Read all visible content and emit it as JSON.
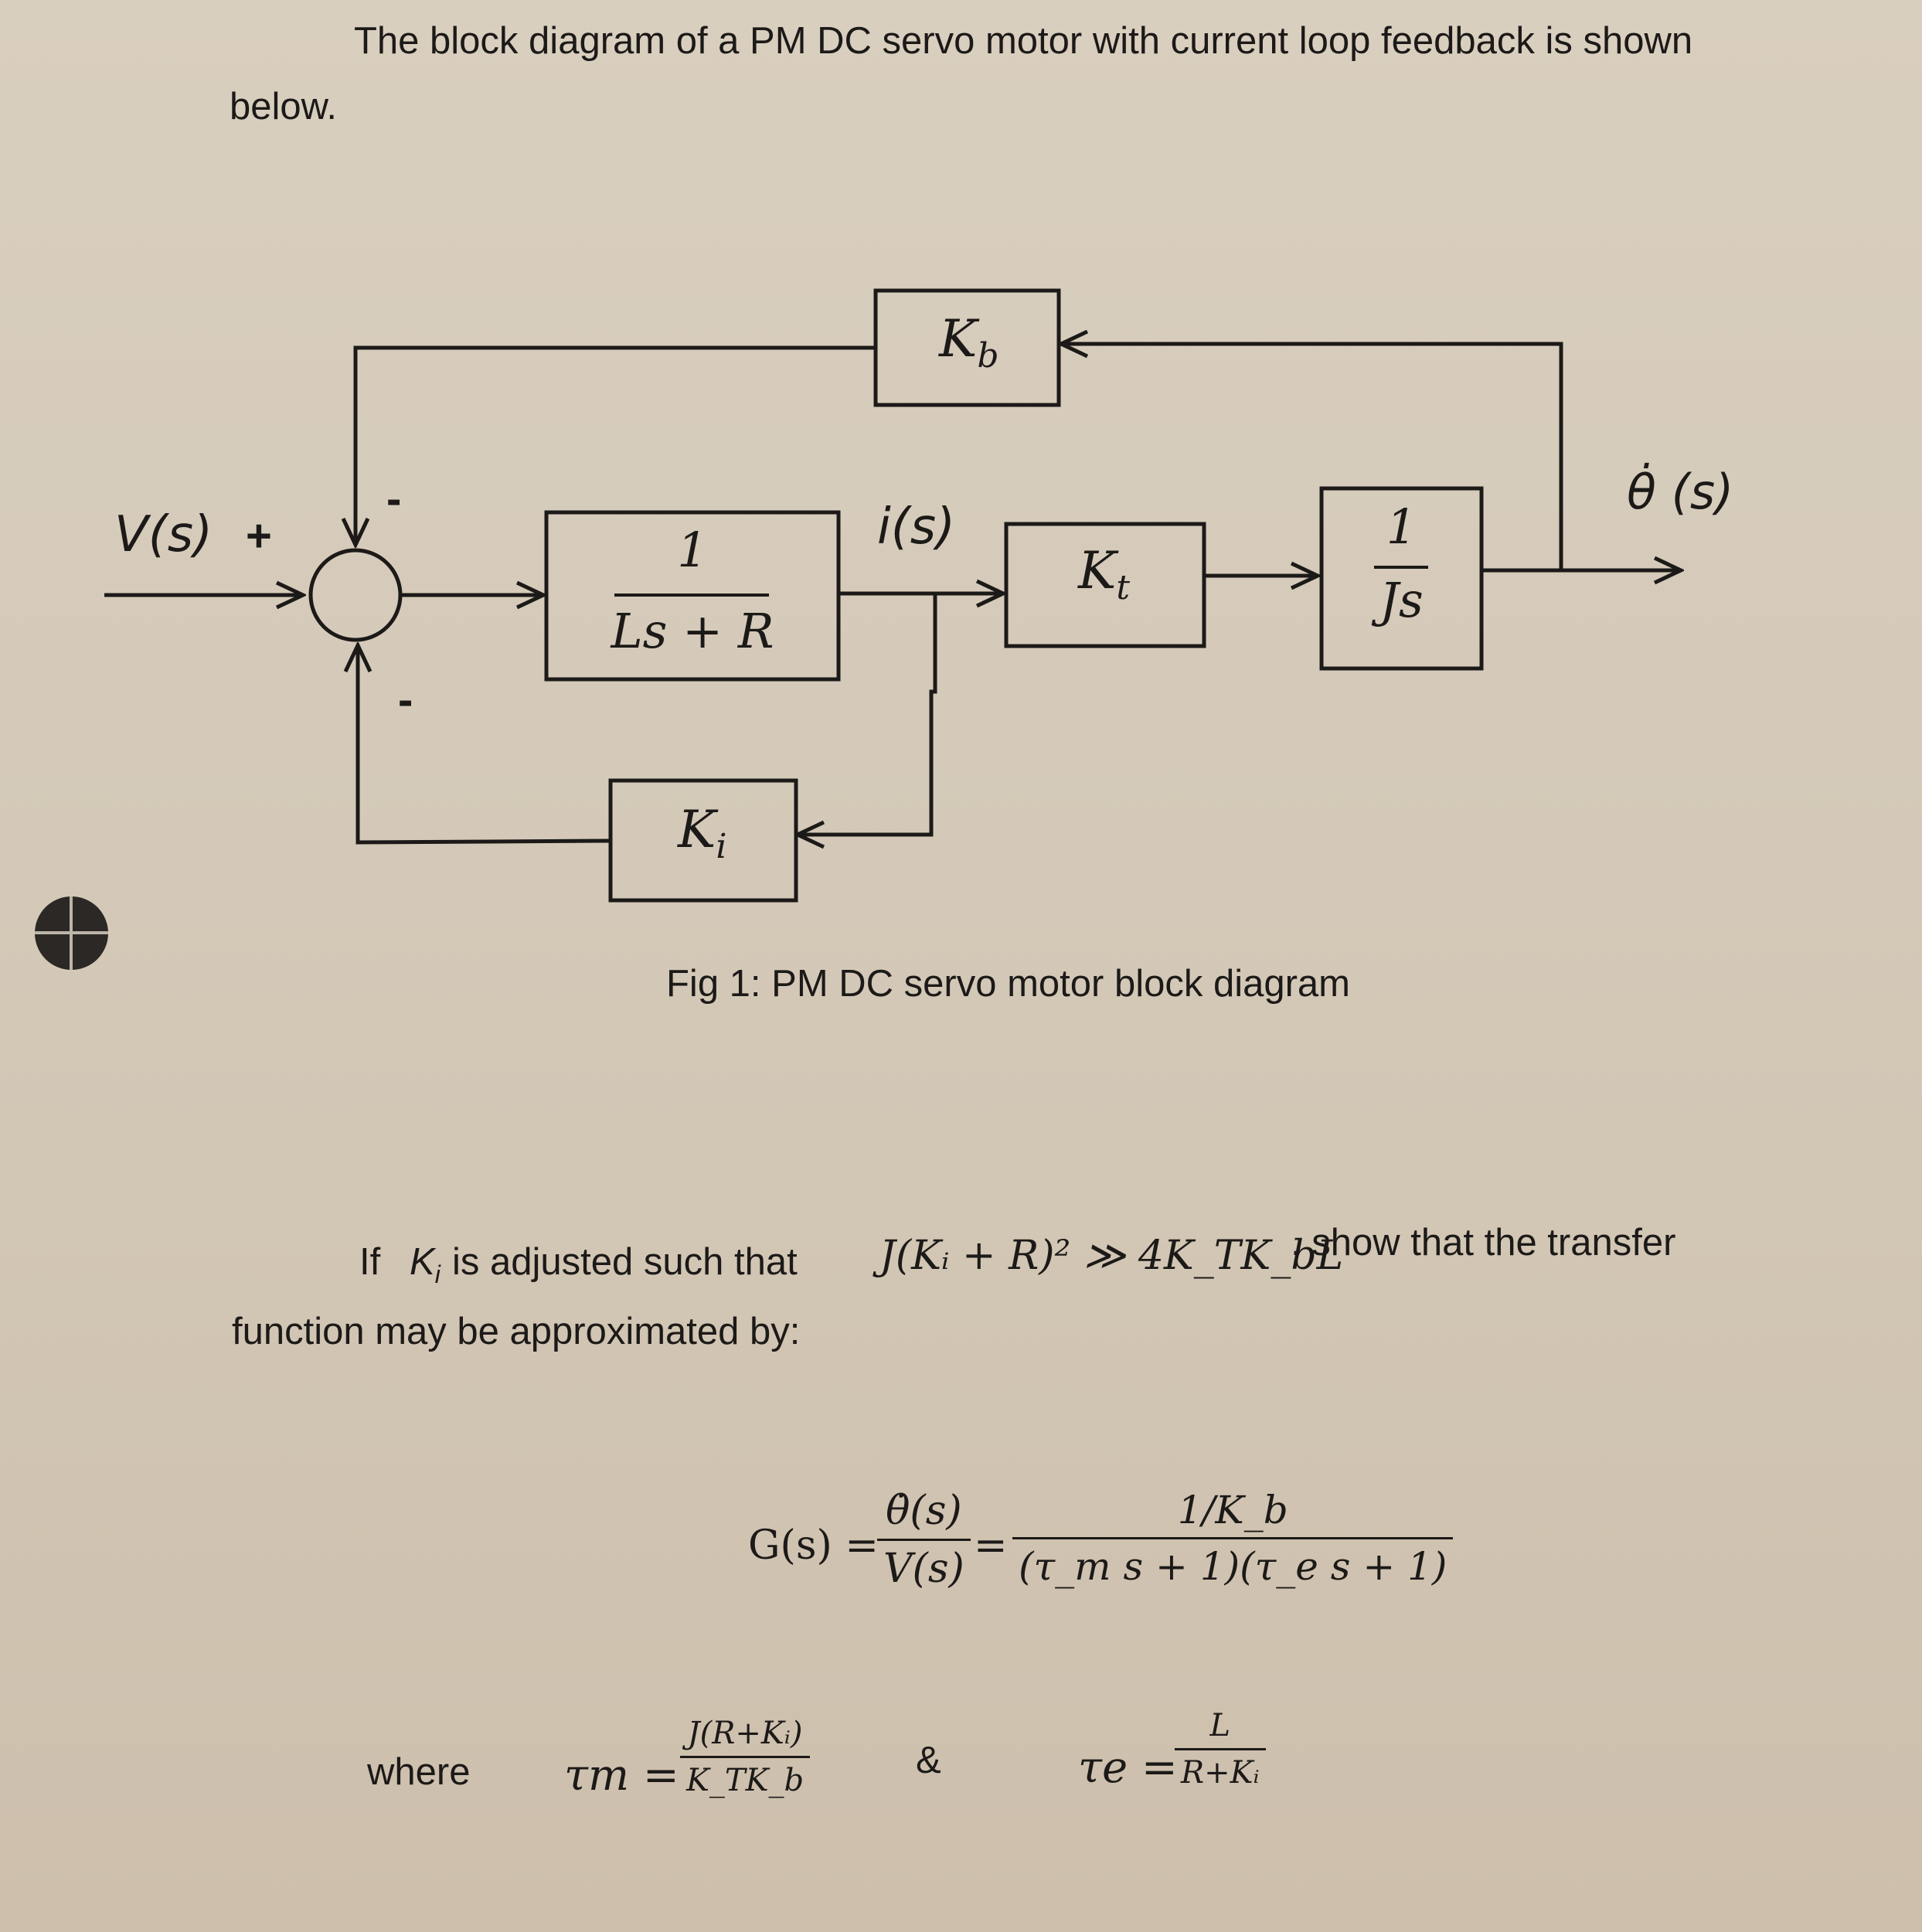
{
  "intro": {
    "line1": "The block diagram of a PM DC servo motor with current loop feedback is shown",
    "line2": "below."
  },
  "diagram": {
    "input_label": "V(s)",
    "plus_sign": "+",
    "minus_top": "-",
    "minus_bottom": "-",
    "current_label": "i(s)",
    "output_label": "θ̇ (s)",
    "block_plant": {
      "num": "1",
      "den": "Ls + R"
    },
    "block_kt": "Kt",
    "block_kt_main": "K",
    "block_kt_sub": "t",
    "block_inertia": {
      "num": "1",
      "den": "Js"
    },
    "block_kb_main": "K",
    "block_kb_sub": "b",
    "block_ki_main": "K",
    "block_ki_sub": "i",
    "caption": "Fig 1: PM DC servo motor block diagram"
  },
  "question": {
    "if_word": "If",
    "ki_main": "K",
    "ki_sub": "i",
    "condition_text": "is adjusted such that",
    "condition_math": "J(Kᵢ + R)² ≫ 4K_TK_bL",
    "suffix": ", show that the transfer",
    "line2": "function may be approximated by:"
  },
  "equation": {
    "lhs": "G(s) =",
    "frac1_num": "θ̇(s)",
    "frac1_den": "V(s)",
    "equals": "=",
    "frac2_num": "1/K_b",
    "frac2_den": "(τ_m s + 1)(τ_e s + 1)"
  },
  "where": {
    "label": "where",
    "tau_m": "τm =",
    "tau_m_num": "J(R+Kᵢ)",
    "tau_m_den": "K_TK_b",
    "amp": "&",
    "tau_e": "τe =",
    "tau_e_num": "L",
    "tau_e_den": "R+Kᵢ"
  }
}
